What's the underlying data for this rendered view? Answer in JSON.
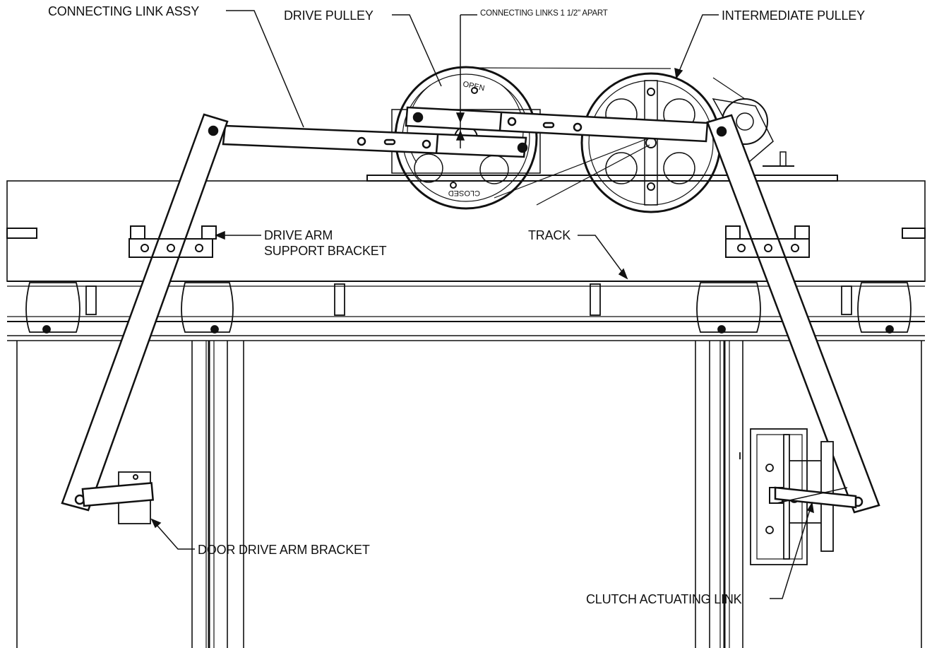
{
  "labels": {
    "connecting_link_assy": "CONNECTING LINK ASSY",
    "drive_pulley": "DRIVE PULLEY",
    "connecting_links_apart": "CONNECTING LINKS 1 1/2\" APART",
    "intermediate_pulley": "INTERMEDIATE PULLEY",
    "drive_arm_support_bracket": "DRIVE ARM\nSUPPORT BRACKET",
    "track": "TRACK",
    "door_drive_arm_bracket": "DOOR DRIVE ARM BRACKET",
    "clutch_actuating_link": "CLUTCH ACTUATING LINK"
  },
  "pulley_marks": {
    "open": "OPEN",
    "closed": "CLOSED"
  },
  "colors": {
    "ink": "#111111",
    "paper": "#ffffff"
  }
}
